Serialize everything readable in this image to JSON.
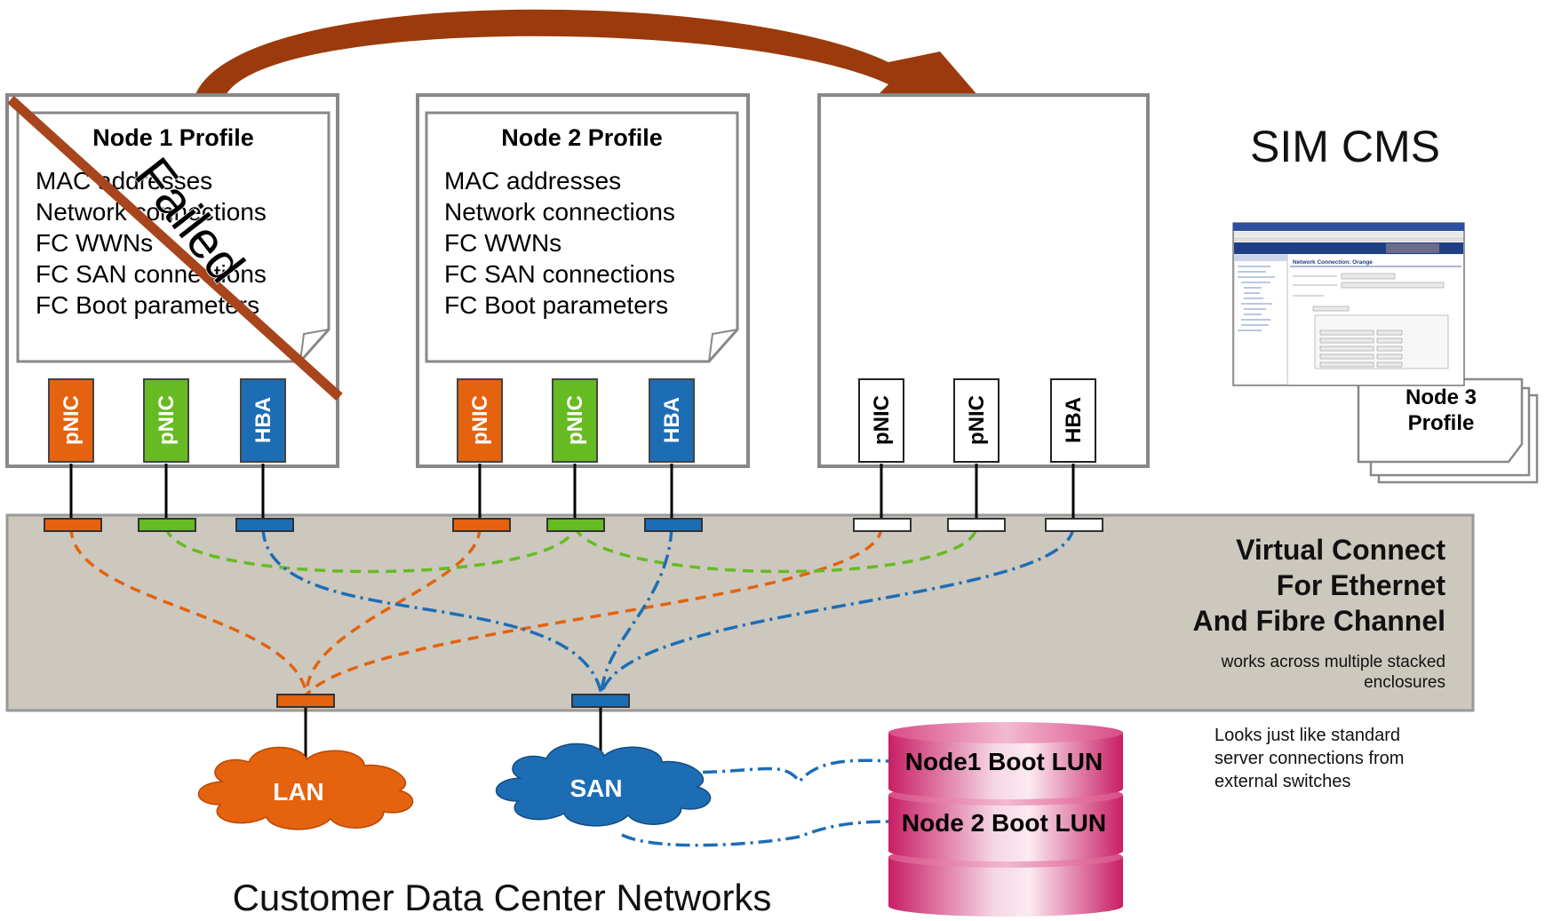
{
  "colors": {
    "orange": "#E5620E",
    "green": "#66BB22",
    "blue": "#1D6DB5",
    "vc_band": "#CCC8BE",
    "box_border": "#888888",
    "arrow": "#9B3A0C",
    "failed_line": "#A8451C",
    "lun_pink": "#C81E64"
  },
  "node1": {
    "title": "Node 1 Profile",
    "lines": [
      "MAC addresses",
      "Network connections",
      "FC WWNs",
      "FC SAN connections",
      "FC Boot parameters"
    ],
    "status": "Failed",
    "ports": [
      "pNIC",
      "pNIC",
      "HBA"
    ]
  },
  "node2": {
    "title": "Node 2 Profile",
    "lines": [
      "MAC addresses",
      "Network connections",
      "FC WWNs",
      "FC SAN connections",
      "FC Boot parameters"
    ],
    "ports": [
      "pNIC",
      "pNIC",
      "HBA"
    ]
  },
  "node3": {
    "ports": [
      "pNIC",
      "pNIC",
      "HBA"
    ],
    "profile_title_line1": "Node 3",
    "profile_title_line2": "Profile"
  },
  "sim_cms": {
    "label": "SIM CMS",
    "screenshot_title": "Network Connection: Orange"
  },
  "virtual_connect": {
    "title_line1": "Virtual Connect",
    "title_line2": "For Ethernet",
    "title_line3": "And Fibre Channel",
    "subtitle_line1": "works across multiple stacked",
    "subtitle_line2": "enclosures"
  },
  "networks": {
    "lan": "LAN",
    "san": "SAN",
    "caption": "Customer Data Center Networks",
    "note_line1": "Looks just like standard",
    "note_line2": "server connections from",
    "note_line3": "external switches"
  },
  "storage": {
    "lun1": "Node1 Boot LUN",
    "lun2": "Node 2 Boot LUN"
  }
}
